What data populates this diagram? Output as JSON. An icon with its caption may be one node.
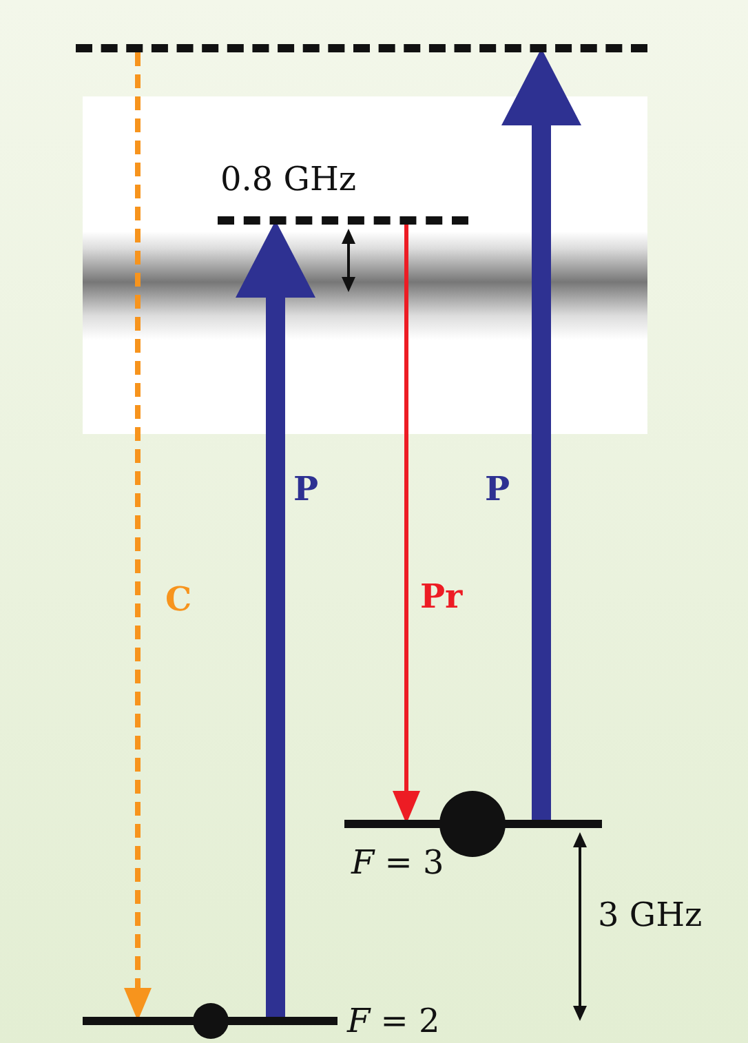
{
  "diagram": {
    "nodes": [
      {
        "text": [],
        "shape": "bar"
      },
      {
        "text": [],
        "shape": "bar"
      },
      {
        "text": [],
        "shape": "bar",
        "beside": [
          "*F* = 3"
        ]
      },
      {
        "text": [],
        "shape": "bar",
        "beside": [
          "*F* = 2"
        ]
      }
    ],
    "edges": [
      {
        "from": 0,
        "to": 3,
        "arrow": "to",
        "label": "C",
        "style": "dashed",
        "color": "#f7941d"
      },
      {
        "from": 3,
        "to": 1,
        "arrow": "to",
        "label": "P",
        "style": "thick"
      },
      {
        "from": 1,
        "to": 2,
        "arrow": "to",
        "label": "Pr",
        "color": "#ed1c24"
      },
      {
        "from": 2,
        "to": 0,
        "arrow": "to",
        "label": "P",
        "style": "thick"
      }
    ],
    "labels": [
      "0.8 GHz",
      "3 GHz"
    ]
  }
}
